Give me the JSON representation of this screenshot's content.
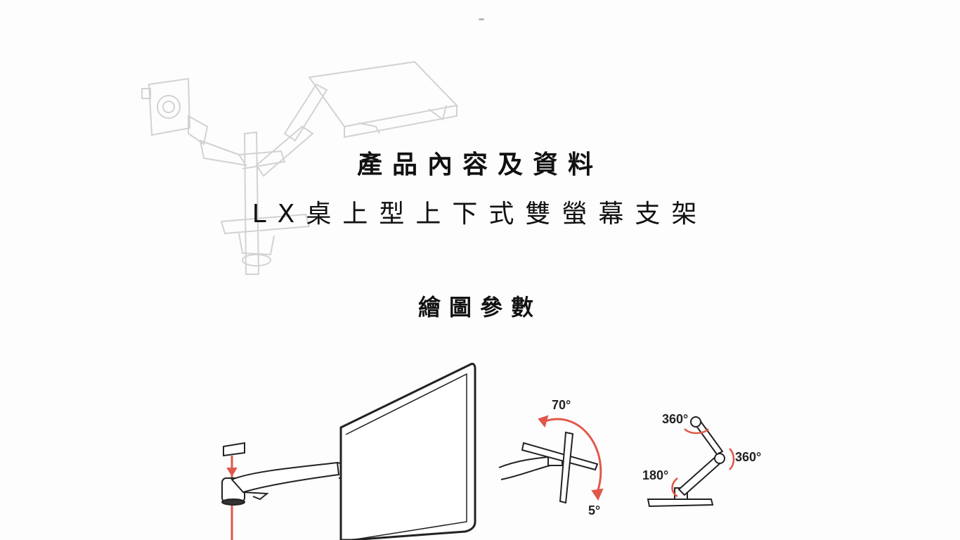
{
  "header": {
    "title": "產品內容及資料",
    "subtitle": "LX桌上型上下式雙螢幕支架"
  },
  "section": {
    "heading": "繪圖參數"
  },
  "diagram": {
    "tilt_up_label": "70°",
    "tilt_down_label": "5°",
    "upper_rotation_label": "360°",
    "elbow_rotation_label": "360°",
    "base_rotation_label": "180°"
  },
  "colors": {
    "accent": "#e0584a",
    "line": "#222222",
    "faded_line": "#d0d0d0"
  }
}
